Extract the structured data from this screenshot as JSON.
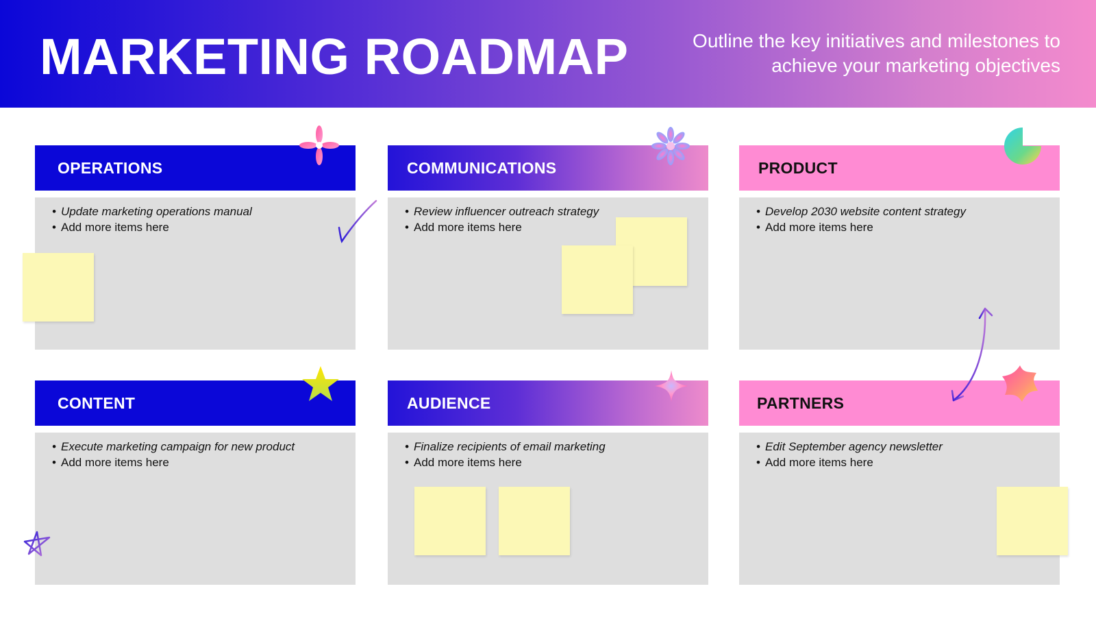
{
  "header": {
    "title": "MARKETING ROADMAP",
    "subtitle": "Outline the key initiatives and milestones to achieve your marketing objectives"
  },
  "colors": {
    "blue": "#0b07d8",
    "pink": "#ff8bd3",
    "card_body": "#dedede",
    "sticky_note": "#fcf8b6"
  },
  "cards": [
    {
      "title": "OPERATIONS",
      "items": [
        "Update marketing operations manual",
        "Add more items here"
      ]
    },
    {
      "title": "COMMUNICATIONS",
      "items": [
        "Review influencer outreach strategy",
        "Add more items here"
      ]
    },
    {
      "title": "PRODUCT",
      "items": [
        "Develop 2030 website content strategy",
        "Add more items here"
      ]
    },
    {
      "title": "CONTENT",
      "items": [
        "Execute marketing campaign for new product",
        "Add more items here"
      ]
    },
    {
      "title": "AUDIENCE",
      "items": [
        "Finalize recipients of email marketing",
        "Add more items here"
      ]
    },
    {
      "title": "PARTNERS",
      "items": [
        "Edit September agency newsletter",
        "Add more items here"
      ]
    }
  ],
  "decorations": [
    "flower-icon",
    "daisy-icon",
    "pie-shape-icon",
    "star-icon",
    "sparkle-icon",
    "blob-star-icon",
    "checkmark-icon",
    "doodle-star-icon",
    "curved-arrow-icon"
  ]
}
